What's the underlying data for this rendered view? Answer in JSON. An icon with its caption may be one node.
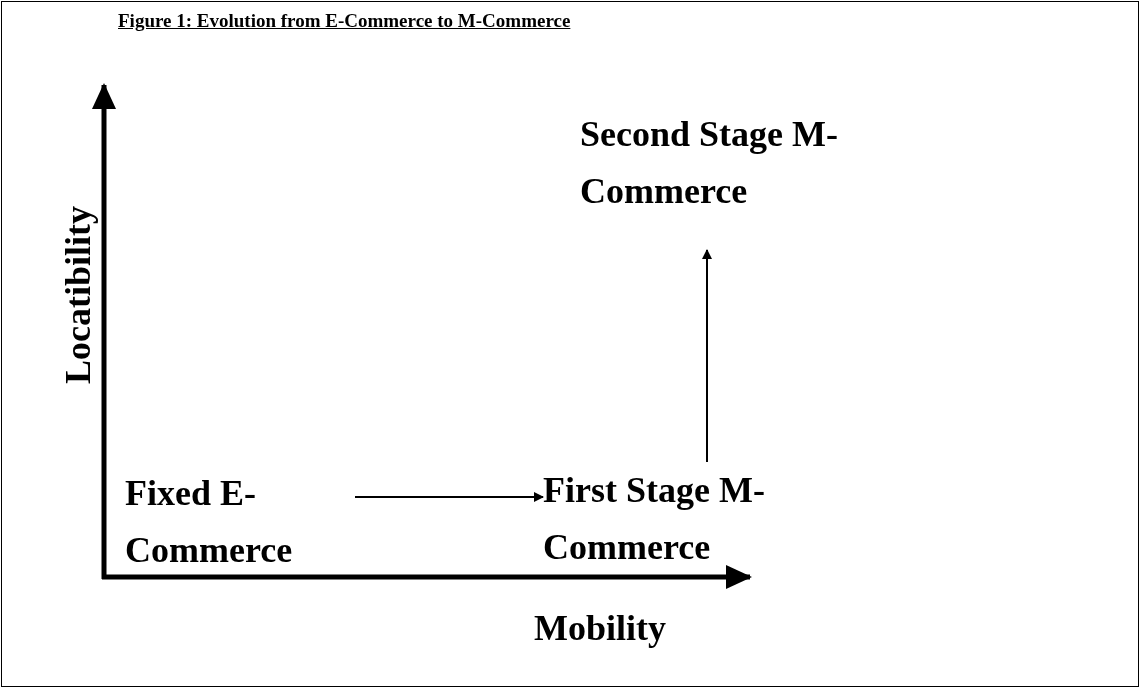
{
  "diagram": {
    "title": "Figure 1: Evolution from E-Commerce to M-Commerce",
    "nodes": [
      {
        "text": [
          "Fixed E-Commerce"
        ]
      },
      {
        "text": [
          "First Stage M-Commerce"
        ]
      },
      {
        "text": [
          "Second Stage M-Commerce"
        ]
      }
    ],
    "edges": [
      {
        "from": 0,
        "to": 1,
        "arrow": "to"
      },
      {
        "from": 1,
        "to": 2,
        "arrow": "to"
      }
    ],
    "labels": [
      "Locatibility",
      "Mobility"
    ]
  }
}
